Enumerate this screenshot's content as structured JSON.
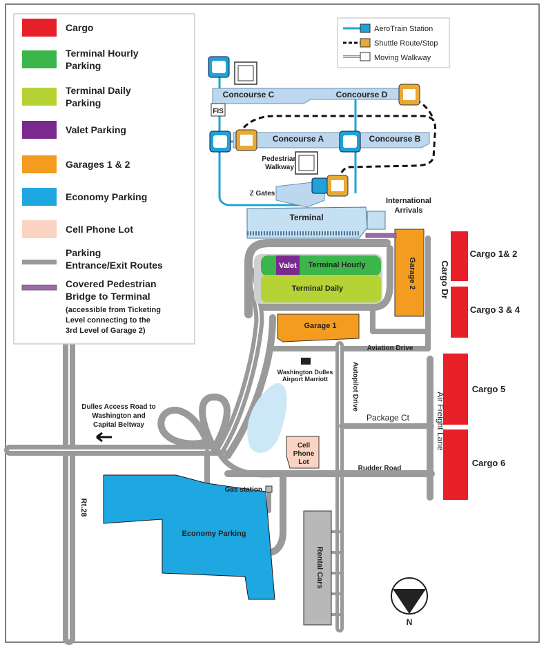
{
  "legend": {
    "items": [
      {
        "label": "Cargo",
        "color": "#e8202a"
      },
      {
        "label": "Terminal Hourly Parking",
        "color": "#3cb54a"
      },
      {
        "label": "Terminal Daily Parking",
        "color": "#b5d334"
      },
      {
        "label": "Valet Parking",
        "color": "#7a2a8f"
      },
      {
        "label": "Garages 1 & 2",
        "color": "#f39c1f"
      },
      {
        "label": "Economy Parking",
        "color": "#1ea7e0"
      },
      {
        "label": "Cell Phone Lot",
        "color": "#fbd3c2"
      },
      {
        "label": "Parking Entrance/Exit Routes",
        "color": "#999999"
      },
      {
        "label": "Covered Pedestrian Bridge to Terminal",
        "color": "#9a6aa8"
      }
    ],
    "ped_bridge_note": [
      "(accessible from Ticketing",
      "Level connecting to the",
      "3rd Level of Garage 2)"
    ]
  },
  "key": {
    "aerotrain": "AeroTrain Station",
    "shuttle": "Shuttle Route/Stop",
    "walkway": "Moving Walkway"
  },
  "places": {
    "concourse_c": "Concourse C",
    "concourse_d": "Concourse D",
    "concourse_a": "Concourse A",
    "concourse_b": "Concourse B",
    "fis": "FIS",
    "pedestrian_walkway": [
      "Pedestrian",
      "Walkway"
    ],
    "z_gates": "Z Gates",
    "terminal": "Terminal",
    "international_arrivals": [
      "International",
      "Arrivals"
    ],
    "valet": "Valet",
    "terminal_hourly": "Terminal Hourly",
    "terminal_daily": "Terminal Daily",
    "garage_1": "Garage 1",
    "garage_2": "Garage 2",
    "hotel": [
      "Washington Dulles",
      "Airport Marriott"
    ],
    "cell_phone_lot": [
      "Cell",
      "Phone",
      "Lot"
    ],
    "economy_parking": "Economy Parking",
    "gas_station": "Gas station",
    "rental_cars": "Rental Cars",
    "cargo_1_2": "Cargo 1& 2",
    "cargo_3_4": "Cargo 3 & 4",
    "cargo_5": "Cargo 5",
    "cargo_6": "Cargo 6"
  },
  "roads": {
    "cargo_dr": "Cargo Dr",
    "aviation_drive": "Aviation Drive",
    "autopilot_drive": "Autopilot Drive",
    "package_ct": "Package Ct",
    "air_freight_lane": "Air Freight Lane",
    "rudder_road": "Rudder Road",
    "rt28": "Rt.28",
    "access_road": [
      "Dulles Access Road to",
      "Washington and",
      "Capital Beltway"
    ]
  },
  "compass": "N",
  "colors": {
    "concourse": "#bcd7ee",
    "aerotrain": "#1fa3d6",
    "station_bg": "#1fa3d6",
    "shuttle_stop": "#e8a935",
    "road": "#9a9a9a",
    "rental": "#b8b8b8"
  }
}
